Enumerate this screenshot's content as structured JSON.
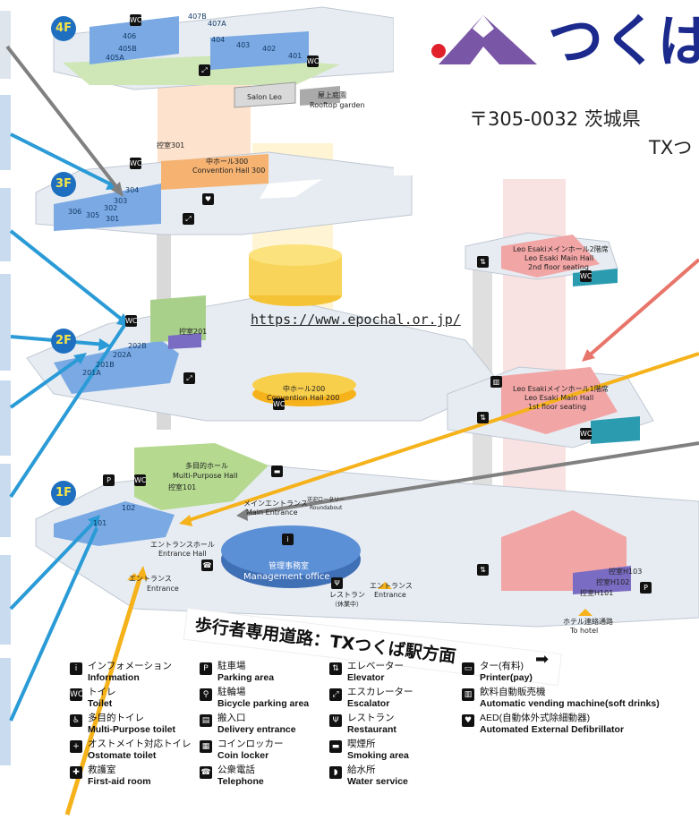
{
  "logo": {
    "text": "つくば",
    "colors": {
      "mountain": "#7a56a6",
      "sun": "#e0202a",
      "text": "#1b2a8c"
    }
  },
  "address": {
    "line1": "〒305-0032 茨城県",
    "line2": "TXつ"
  },
  "url": "https://www.epochal.or.jp/",
  "floors": [
    "4F",
    "3F",
    "2F",
    "1F"
  ],
  "rooms": {
    "f4": [
      "407B",
      "407A",
      "406",
      "405B",
      "405A",
      "404",
      "403",
      "402",
      "401"
    ],
    "f3": [
      "304",
      "303",
      "302",
      "306",
      "305",
      "301"
    ],
    "f2": [
      "202B",
      "202A",
      "201B",
      "201A"
    ],
    "f1": [
      "102",
      "101"
    ]
  },
  "labels": {
    "salon": "Salon Leo",
    "rooftop_jp": "屋上庭園",
    "rooftop_en": "Rooftop garden",
    "seminar301": "控室301",
    "hall300_jp": "中ホール300",
    "hall300_en": "Convention Hall 300",
    "seminar201": "控室201",
    "hall200_jp": "中ホール200",
    "hall200_en": "Convention Hall 200",
    "mph_jp": "多目的ホール",
    "mph_en": "Multi-Purpose Hall",
    "seminar101": "控室101",
    "main_entrance_jp": "メインエントランス",
    "main_entrance_en": "Main Entrance",
    "roundabout_jp": "送迎ロータリー",
    "roundabout_en": "Roundabout",
    "entrance_hall_jp": "エントランスホール",
    "entrance_hall_en": "Entrance Hall",
    "mgmt_jp": "管理事務室",
    "mgmt_en": "Management office",
    "restaurant_jp": "レストラン",
    "restaurant_note": "（休業中）",
    "entrance_jp": "エントランス",
    "entrance_en": "Entrance",
    "entrance2_jp": "エントランス",
    "entrance2_en": "Entrance",
    "main2_jp": "Leo Esakiメインホール2階席",
    "main2_en1": "Leo Esaki Main Hall",
    "main2_en2": "2nd floor seating",
    "main1_jp": "Leo Esakiメインホール1階席",
    "main1_en1": "Leo Esaki Main Hall",
    "main1_en2": "1st floor seating",
    "h103": "控室H103",
    "h102": "控室H102",
    "h101": "控室H101",
    "hotel_jp": "ホテル連絡通路",
    "hotel_en": "To hotel"
  },
  "walkway": "歩行者専用道路：TXつくば駅方面",
  "legend": [
    {
      "icon": "info-icon",
      "glyph": "i",
      "jp": "インフォメーション",
      "en": "Information"
    },
    {
      "icon": "toilet-icon",
      "glyph": "WC",
      "jp": "トイレ",
      "en": "Toilet"
    },
    {
      "icon": "accessible-toilet-icon",
      "glyph": "♿",
      "jp": "多目的トイレ",
      "en": "Multi-Purpose toilet"
    },
    {
      "icon": "ostomate-toilet-icon",
      "glyph": "+",
      "jp": "オストメイト対応トイレ",
      "en": "Ostomate toilet"
    },
    {
      "icon": "first-aid-icon",
      "glyph": "✚",
      "jp": "救護室",
      "en": "First-aid room"
    },
    {
      "icon": "parking-icon",
      "glyph": "P",
      "jp": "駐車場",
      "en": "Parking area"
    },
    {
      "icon": "bicycle-icon",
      "glyph": "⚲",
      "jp": "駐輪場",
      "en": "Bicycle parking area"
    },
    {
      "icon": "delivery-icon",
      "glyph": "▤",
      "jp": "搬入口",
      "en": "Delivery entrance"
    },
    {
      "icon": "locker-icon",
      "glyph": "▦",
      "jp": "コインロッカー",
      "en": "Coin locker"
    },
    {
      "icon": "telephone-icon",
      "glyph": "☎",
      "jp": "公衆電話",
      "en": "Telephone"
    },
    {
      "icon": "elevator-icon",
      "glyph": "⇅",
      "jp": "エレベーター",
      "en": "Elevator"
    },
    {
      "icon": "escalator-icon",
      "glyph": "⤢",
      "jp": "エスカレーター",
      "en": "Escalator"
    },
    {
      "icon": "restaurant-icon",
      "glyph": "Ψ",
      "jp": "レストラン",
      "en": "Restaurant"
    },
    {
      "icon": "smoking-icon",
      "glyph": "▬",
      "jp": "喫煙所",
      "en": "Smoking area"
    },
    {
      "icon": "water-icon",
      "glyph": "◗",
      "jp": "給水所",
      "en": "Water service"
    },
    {
      "icon": "printer-icon",
      "glyph": "▭",
      "jp": "ター(有料)",
      "en": "Printer(pay)"
    },
    {
      "icon": "vending-icon",
      "glyph": "▥",
      "jp": "飲料自動販売機",
      "en": "Automatic vending machine(soft drinks)"
    },
    {
      "icon": "aed-icon",
      "glyph": "♥",
      "jp": "AED(自動体外式除細動器)",
      "en": "Automated External Defibrillator"
    }
  ]
}
